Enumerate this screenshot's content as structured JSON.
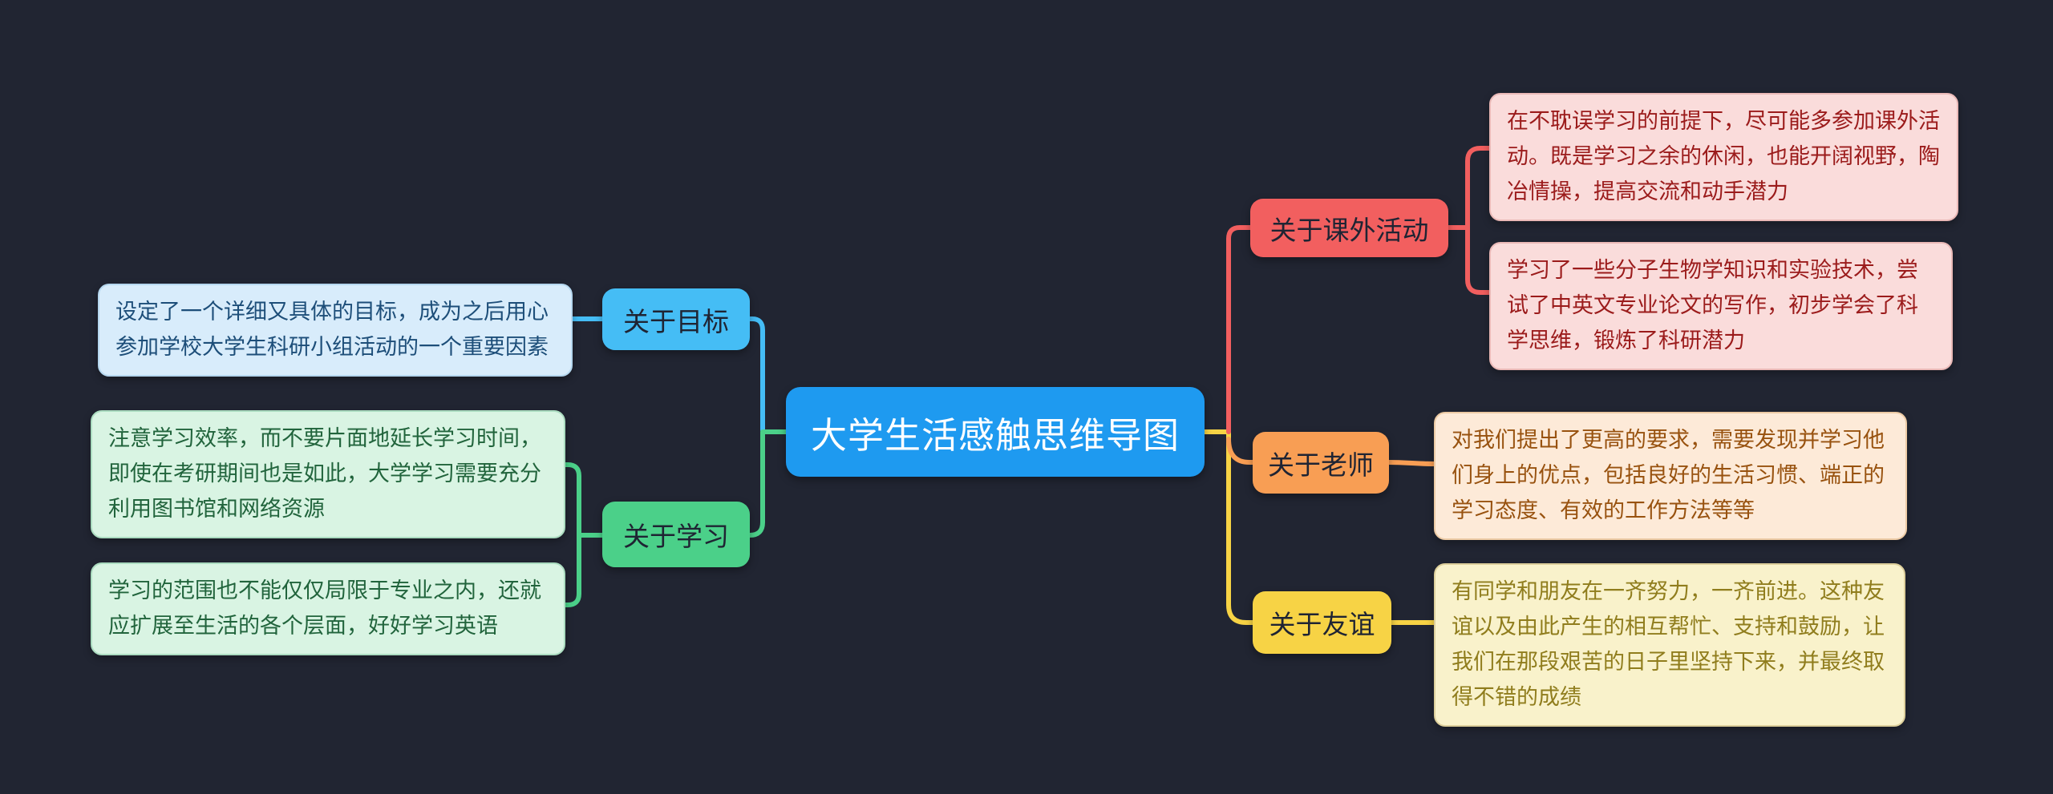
{
  "mindmap": {
    "root": {
      "label": "大学生活感触思维导图"
    },
    "branches": [
      {
        "label": "关于目标",
        "side": "left",
        "color": "#45bdf5",
        "notes": [
          "设定了一个详细又具体的目标，成为之后用心参加学校大学生科研小组活动的一个重要因素"
        ]
      },
      {
        "label": "关于学习",
        "side": "left",
        "color": "#4bd089",
        "notes": [
          "注意学习效率，而不要片面地延长学习时间，即使在考研期间也是如此，大学学习需要充分利用图书馆和网络资源",
          "学习的范围也不能仅仅局限于专业之内，还就应扩展至生活的各个层面，好好学习英语"
        ]
      },
      {
        "label": "关于课外活动",
        "side": "right",
        "color": "#f25f5f",
        "notes": [
          "在不耽误学习的前提下，尽可能多参加课外活动。既是学习之余的休闲，也能开阔视野，陶冶情操，提高交流和动手潜力",
          "学习了一些分子生物学知识和实验技术，尝试了中英文专业论文的写作，初步学会了科学思维，锻炼了科研潜力"
        ]
      },
      {
        "label": "关于老师",
        "side": "right",
        "color": "#f89e54",
        "notes": [
          "对我们提出了更高的要求，需要发现并学习他们身上的优点，包括良好的生活习惯、端正的学习态度、有效的工作方法等等"
        ]
      },
      {
        "label": "关于友谊",
        "side": "right",
        "color": "#f7d345",
        "notes": [
          "有同学和朋友在一齐努力，一齐前进。这种友谊以及由此产生的相互帮忙、支持和鼓励，让我们在那段艰苦的日子里坚持下来，并最终取得不错的成绩"
        ]
      }
    ]
  },
  "colors": {
    "background": "#212532",
    "root_fill": "#1e9af0",
    "root_text": "#ffffff",
    "branch_goal": "#45bdf5",
    "branch_study": "#4bd089",
    "branch_activities": "#f25f5f",
    "branch_teachers": "#f89e54",
    "branch_friendship": "#f7d345"
  }
}
